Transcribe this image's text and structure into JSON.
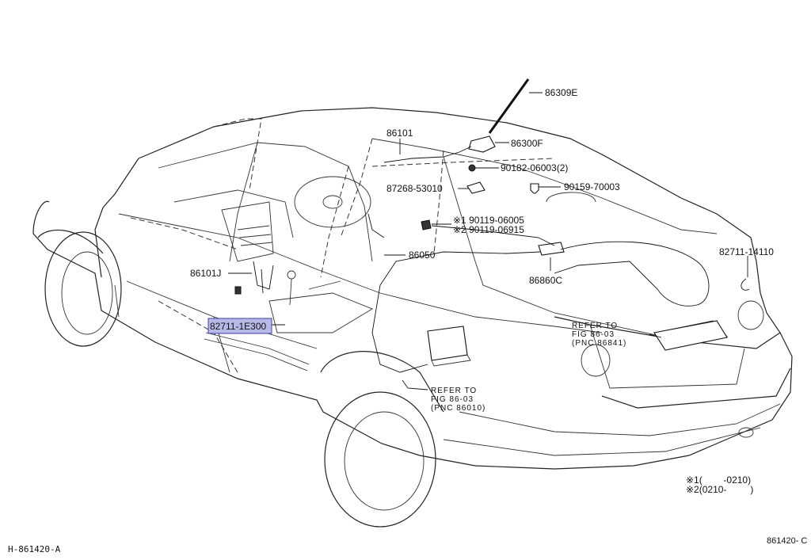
{
  "labels": {
    "antenna_rod": "86309E",
    "antenna_base": "86300F",
    "antenna_cord": "86101",
    "screw_a": "90182-06003(2)",
    "bolt": "90159-70003",
    "clamp": "87268-53010",
    "clip_1": "※1 90119-06005",
    "clip_2": "※2 90119-06915",
    "cord_main": "86050",
    "amplifier": "86860C",
    "cord_front": "86101J",
    "wire_rear": "82711-14110",
    "wire_highlighted": "82711-1E300"
  },
  "refers": {
    "rear": [
      "REFER TO",
      "FIG 86-03",
      "(PNC 86841)"
    ],
    "front": [
      "REFER TO",
      "FIG 86-03",
      "(PNC 86010)"
    ]
  },
  "legend": {
    "line1": "※1(        -0210)",
    "line2": "※2(0210-         )"
  },
  "footer": {
    "left": "H-861420-A",
    "right": "861420- C"
  }
}
